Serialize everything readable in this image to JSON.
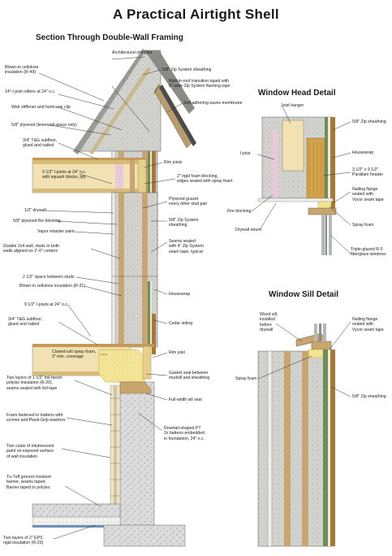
{
  "title": "A Practical Airtight Shell",
  "sections": {
    "main": "Section Through Double-Wall Framing",
    "head": "Window Head Detail",
    "sill": "Window Sill Detail"
  },
  "labels": {
    "main_left": [
      [
        "Blown-in cellulose",
        "insulation (R-49)"
      ],
      [
        "14\"-I-joist rafters at 24\" o.c."
      ],
      [
        "Web stiffener and hurricane clip"
      ],
      [
        "5/8\" plywood (kneewall space only)"
      ],
      [
        "3/4\" T&G subfloor,",
        "glued and nailed"
      ],
      [
        "9 1/2\" I-joists at 24\" o.c.",
        "with squash blocks, typ."
      ],
      [
        "1/2\" drywall"
      ],
      [
        "5/8\" plywood fire blocking"
      ],
      [
        "Vapor retarder paint"
      ],
      [
        "Double 2x4 wall, studs in both",
        "walls aligned on 2'-0\" centers"
      ],
      [
        "2 1/2\" space between studs"
      ],
      [
        "Blown-in cellulose insulation (R-31)"
      ],
      [
        "9 1/2\" I-joists at 24\" o.c."
      ],
      [
        "3/4\" T&G subfloor,",
        "glued and nailed"
      ],
      [
        "Closed-cell spray foam,",
        "3\" min. coverage"
      ],
      [
        "Two layers of 1 1/2\" foil-faced",
        "polyiso insulation (R-20),",
        "seams sealed with foil tape"
      ],
      [
        "Foam fastened to battens with",
        "screws and Plasti-Grip washers"
      ],
      [
        "Two coats of intumescent",
        "paint on exposed surface",
        "of wall insulation"
      ],
      [
        "Tu-Tuff ground moisture",
        "barrier, seams taped.",
        "Barrier taped to polyiso."
      ],
      [
        "Two layers of 2\" EPS",
        "rigid insulation (R-20)"
      ]
    ],
    "main_right": [
      [
        "Architectural shingles"
      ],
      [
        "5/8\" Zip System sheathing"
      ],
      [
        "Wall-to-roof transition taped with",
        "6\"-wide Zip System flashing tape"
      ],
      [
        "Self-adhering eaves membrane"
      ],
      [
        "Rim joists"
      ],
      [
        "2\" rigid foam blocking,",
        "edges sealed with spray foam"
      ],
      [
        "Plywood gusset",
        "every other stud pair"
      ],
      [
        "5/8\" Zip System",
        "sheathing"
      ],
      [
        "Seams sealed",
        "with 4\" Zip System",
        "seam tape, typical"
      ],
      [
        "Housewrap"
      ],
      [
        "Cedar siding"
      ],
      [
        "Rim joist"
      ],
      [
        "Gasket seal between",
        "mudsill and sheathing"
      ],
      [
        "Full-width sill seal"
      ],
      [
        "Dovetail-shaped PT",
        "2x battens embedded",
        "in foundation, 24\" o.c."
      ]
    ],
    "head": [
      [
        "Joist hanger"
      ],
      [
        "5/8\" Zip sheathing"
      ],
      [
        "I-joist"
      ],
      [
        "Housewrap"
      ],
      [
        "3 1/2\" x 9 1/2\"",
        "Parallam header"
      ],
      [
        "Nailing flange",
        "sealed with",
        "Vycor seam tape"
      ],
      [
        "Fire blocking"
      ],
      [
        "Spray foam"
      ],
      [
        "Drywall return"
      ],
      [
        "Triple-glazed R-5",
        "fiberglass windows"
      ]
    ],
    "sill": [
      [
        "Wood sill,",
        "installed",
        "before",
        "drywall"
      ],
      [
        "Nailing flange",
        "sealed with",
        "Vycor seam tape"
      ],
      [
        "Spray foam"
      ],
      [
        "5/8\" Zip sheathing"
      ]
    ]
  }
}
